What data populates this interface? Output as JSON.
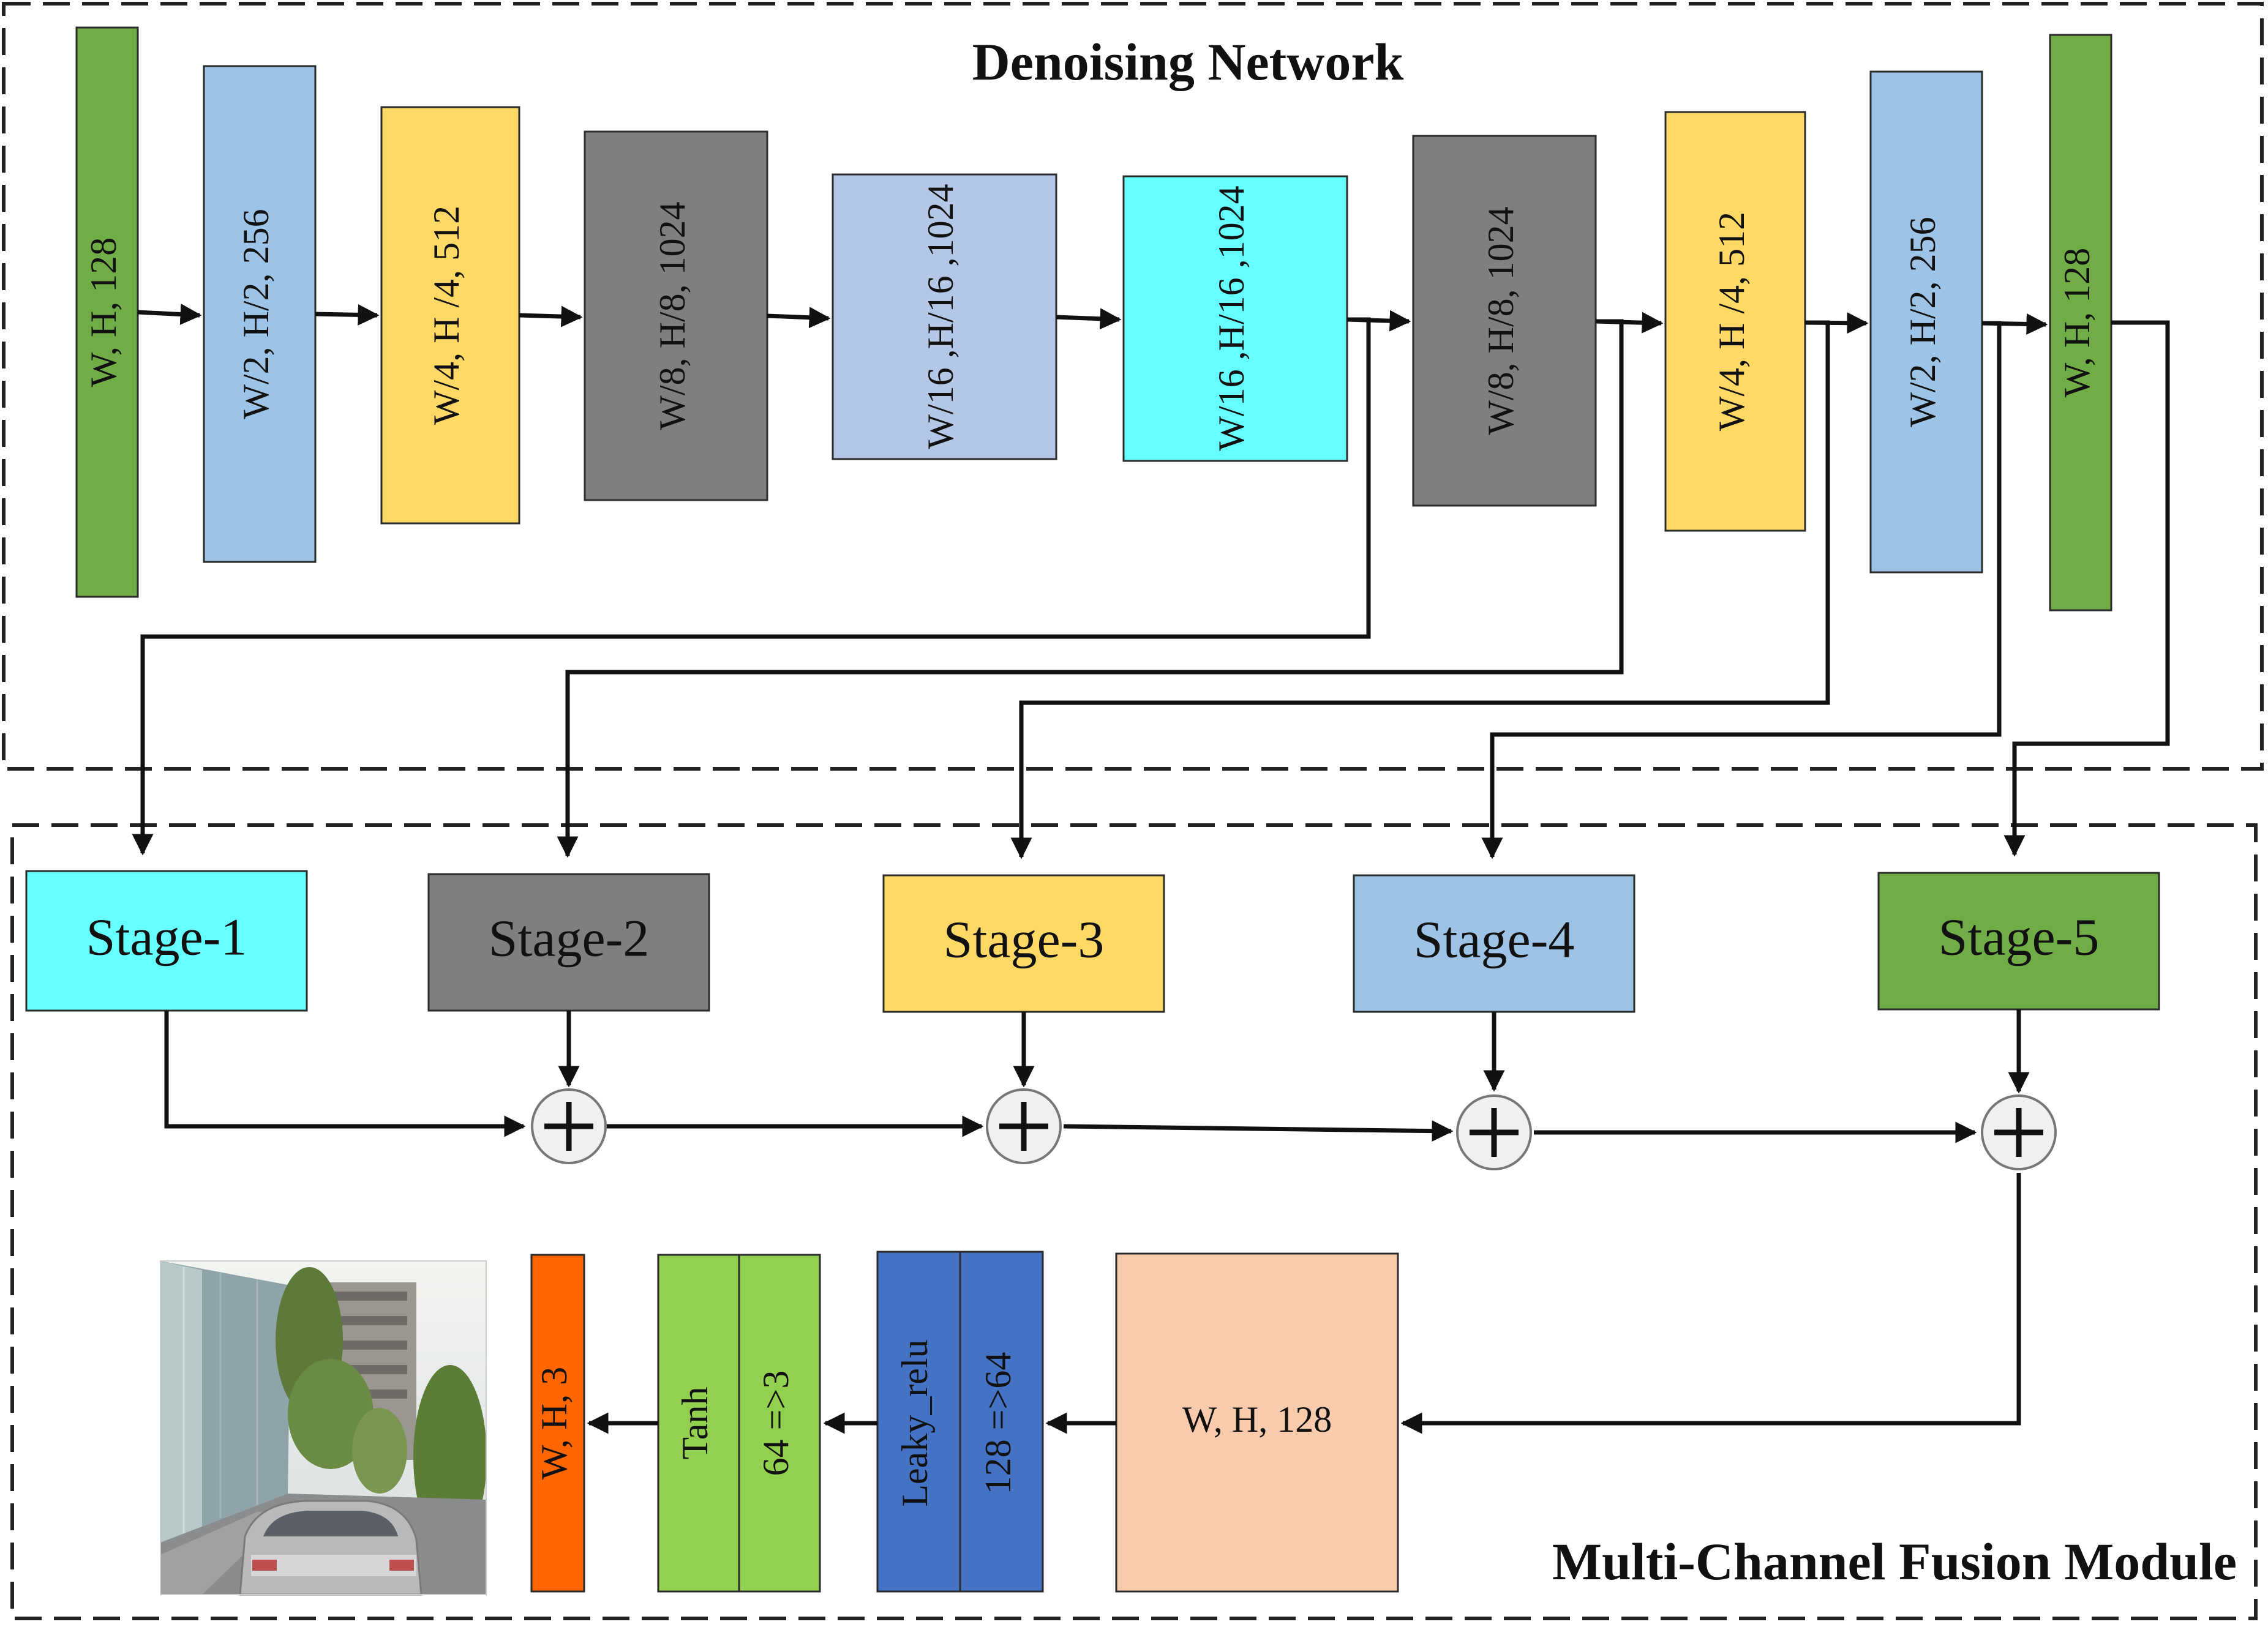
{
  "denoising_network": {
    "title": "Denoising Network",
    "blocks": [
      {
        "label": "W, H, 128",
        "color": "#70ad47"
      },
      {
        "label": "W/2, H/2, 256",
        "color": "#9dc3e6"
      },
      {
        "label": "W/4, H /4, 512",
        "color": "#ffd966"
      },
      {
        "label": "W/8, H/8, 1024",
        "color": "#7f7f7f"
      },
      {
        "label": "W/16 ,H/16 ,1024",
        "color": "#b4c7e7"
      },
      {
        "label": "W/16 ,H/16 ,1024",
        "color": "#66ffff"
      },
      {
        "label": "W/8, H/8, 1024",
        "color": "#7f7f7f"
      },
      {
        "label": "W/4, H /4, 512",
        "color": "#ffd966"
      },
      {
        "label": "W/2, H/2, 256",
        "color": "#9dc3e6"
      },
      {
        "label": "W, H, 128",
        "color": "#70ad47"
      }
    ]
  },
  "fusion_module": {
    "title": "Multi-Channel Fusion Module",
    "stages": [
      {
        "label": "Stage-1",
        "color": "#66ffff"
      },
      {
        "label": "Stage-2",
        "color": "#7f7f7f"
      },
      {
        "label": "Stage-3",
        "color": "#ffd966"
      },
      {
        "label": "Stage-4",
        "color": "#9dc3e6"
      },
      {
        "label": "Stage-5",
        "color": "#70ad47"
      }
    ],
    "fusion_block": {
      "label": "W, H, 128",
      "color": "#f8cbad"
    },
    "leaky_block": {
      "left_label": "Leaky_relu",
      "right_label": "128 =>64",
      "color": "#4472c4"
    },
    "tanh_block": {
      "left_label": "Tanh",
      "right_label": "64 =>3",
      "color": "#92d050"
    },
    "output_block": {
      "label": "W, H, 3",
      "color": "#ff6600"
    }
  }
}
